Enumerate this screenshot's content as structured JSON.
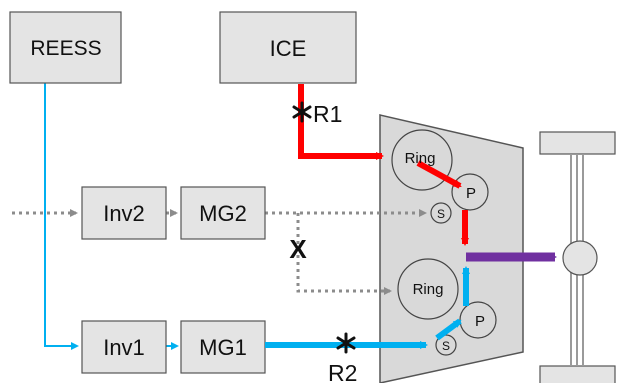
{
  "blocks": {
    "reess": "REESS",
    "ice": "ICE",
    "inv2": "Inv2",
    "mg2": "MG2",
    "inv1": "Inv1",
    "mg1": "MG1"
  },
  "gear_labels": {
    "ring_upper": "Ring",
    "planet_upper": "P",
    "sun_upper": "S",
    "ring_lower": "Ring",
    "planet_lower": "P",
    "sun_lower": "S"
  },
  "markers": {
    "r1": "R1",
    "r2": "R2",
    "x": "X"
  },
  "colors": {
    "box_fill": "#e4e4e4",
    "box_stroke": "#555555",
    "engine_path": "#ff0000",
    "electric_path": "#00b0f0",
    "output_path": "#7030a0",
    "inactive_path": "#8c8c8c",
    "housing_fill": "#d9d9d9"
  }
}
